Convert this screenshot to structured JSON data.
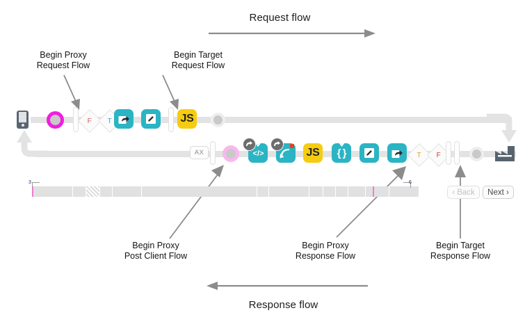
{
  "diagram": {
    "title_request": "Request flow",
    "title_response": "Response flow",
    "callouts": {
      "begin_proxy_request": "Begin Proxy\nRequest Flow",
      "begin_proxy_request_l1": "Begin Proxy",
      "begin_proxy_request_l2": "Request Flow",
      "begin_target_request_l1": "Begin Target",
      "begin_target_request_l2": "Request Flow",
      "begin_proxy_post_client_l1": "Begin Proxy",
      "begin_proxy_post_client_l2": "Post Client Flow",
      "begin_proxy_response_l1": "Begin Proxy",
      "begin_proxy_response_l2": "Response Flow",
      "begin_target_response_l1": "Begin Target",
      "begin_target_response_l2": "Response Flow"
    }
  },
  "request_row": {
    "nodes": [
      {
        "name": "client-device-icon",
        "type": "phone",
        "label": ""
      },
      {
        "name": "flow-start-circle",
        "type": "circle-magenta",
        "label": ""
      },
      {
        "name": "flow-divider-bar",
        "type": "bar",
        "label": ""
      },
      {
        "name": "condition-f-diamond",
        "type": "diamond",
        "label": "F"
      },
      {
        "name": "condition-t-diamond",
        "type": "diamond",
        "label": "T"
      },
      {
        "name": "route-policy-tile",
        "type": "tile-teal",
        "label": "share-arrow-icon"
      },
      {
        "name": "assign-message-policy-tile",
        "type": "tile-teal",
        "label": "pencil-icon"
      },
      {
        "name": "flow-divider-bar-2",
        "type": "bar",
        "label": ""
      },
      {
        "name": "javascript-policy-tile",
        "type": "tile-yellow",
        "label": "JS"
      },
      {
        "name": "flow-end-circle",
        "type": "circle-grey",
        "label": ""
      }
    ]
  },
  "response_row": {
    "nodes": [
      {
        "name": "analytics-box",
        "type": "axbox",
        "label": "AX"
      },
      {
        "name": "response-divider-bar",
        "type": "bar",
        "label": ""
      },
      {
        "name": "post-client-circle",
        "type": "circle-pink",
        "label": ""
      },
      {
        "name": "xml-policy-tile",
        "type": "tile-teal",
        "label": "</>",
        "badge": "revert-arrow-icon"
      },
      {
        "name": "raise-fault-policy-tile",
        "type": "tile-teal",
        "label": "curved-arrow-icon",
        "badge": "revert-arrow-icon"
      },
      {
        "name": "javascript-policy-tile-2",
        "type": "tile-yellow",
        "label": "JS"
      },
      {
        "name": "json-policy-tile",
        "type": "tile-teal",
        "label": "{ }"
      },
      {
        "name": "assign-message-policy-tile-2",
        "type": "tile-teal",
        "label": "pencil-icon"
      },
      {
        "name": "route-policy-tile-2",
        "type": "tile-teal",
        "label": "share-arrow-icon"
      },
      {
        "name": "condition-t-diamond-2",
        "type": "diamond",
        "label": "T"
      },
      {
        "name": "condition-f-diamond-2",
        "type": "diamond",
        "label": "F"
      },
      {
        "name": "response-divider-bar-2",
        "type": "bar",
        "label": ""
      },
      {
        "name": "response-divider-bar-3",
        "type": "bar",
        "label": ""
      },
      {
        "name": "target-endpoint-circle",
        "type": "circle-grey",
        "label": ""
      },
      {
        "name": "backend-server-icon",
        "type": "factory",
        "label": ""
      }
    ]
  },
  "timeline": {
    "start_label": "3",
    "end_label": "6"
  },
  "nav": {
    "back_label": "‹ Back",
    "next_label": "Next ›"
  },
  "colors": {
    "teal": "#2bb4c4",
    "yellow": "#f5cc10",
    "magenta": "#f01ede",
    "pink_light": "#f9b8ee",
    "rail_grey": "#e3e3e3",
    "arrow_grey": "#8c8c8c",
    "server_slate": "#56646f"
  }
}
